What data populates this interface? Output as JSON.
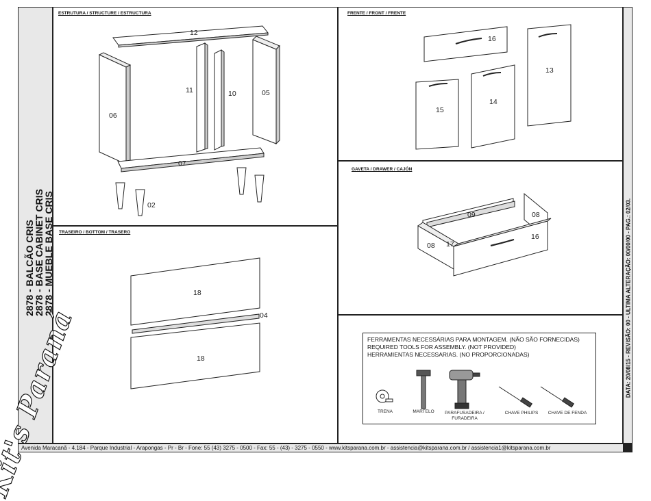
{
  "product": {
    "title_pt": "2878 - BALCÃO CRIS",
    "title_en": "2878 - BASE CABINET CRIS",
    "title_es": "2878 - MUEBLE BASE CRIS",
    "brand": "Kit's Paraná"
  },
  "revision_text": "DATA: 20/08/15 - REVISÃO: 00 - ULTIMA ALTERAÇÃO: 00/00/00 - PAG.: 02/03.",
  "footer_text": "Avenida Maracanã - 4.184 - Parque Industrial - Arapongas - Pr - Br - Fone: 55 (43) 3275 - 0500 - Fax: 55 - (43) - 3275 - 0550 - www.kitsparana.com.br  - assistencia@kitsparana.com.br / assistencia1@kitsparana.com.br",
  "sections": {
    "structure": {
      "heading": "ESTRUTURA / STRUCTURE / ESTRUCTURA",
      "parts": [
        "12",
        "11",
        "10",
        "05",
        "06",
        "07",
        "02"
      ]
    },
    "front": {
      "heading": "FRENTE / FRONT / FRENTE",
      "parts": [
        "16",
        "13",
        "15",
        "14"
      ]
    },
    "drawer": {
      "heading": "GAVETA / DRAWER / CAJÓN",
      "parts": [
        "09",
        "08",
        "08",
        "17",
        "16"
      ]
    },
    "back": {
      "heading": "TRASEIRO / BOTTOM / TRASERO",
      "parts": [
        "18",
        "04",
        "18"
      ]
    }
  },
  "tools": {
    "lines": [
      "FERRAMENTAS NECESSÁRIAS PARA MONTAGEM. (NÃO SÃO FORNECIDAS)",
      "REQUIRED TOOLS FOR ASSEMBLY. (NOT PROVIDED)",
      "HERRAMIENTAS NECESSARIAS. (NO PROPORCIONADAS)"
    ],
    "items": [
      {
        "label": "TRENA",
        "icon": "tape-measure-icon"
      },
      {
        "label": "MARTELO",
        "icon": "hammer-icon"
      },
      {
        "label": "PARAFUSADEIRA /",
        "label2": "FURADEIRA",
        "icon": "drill-icon"
      },
      {
        "label": "CHAVE PHILIPS",
        "icon": "phillips-screwdriver-icon"
      },
      {
        "label": "CHAVE DE FENDA",
        "icon": "flat-screwdriver-icon"
      }
    ]
  }
}
